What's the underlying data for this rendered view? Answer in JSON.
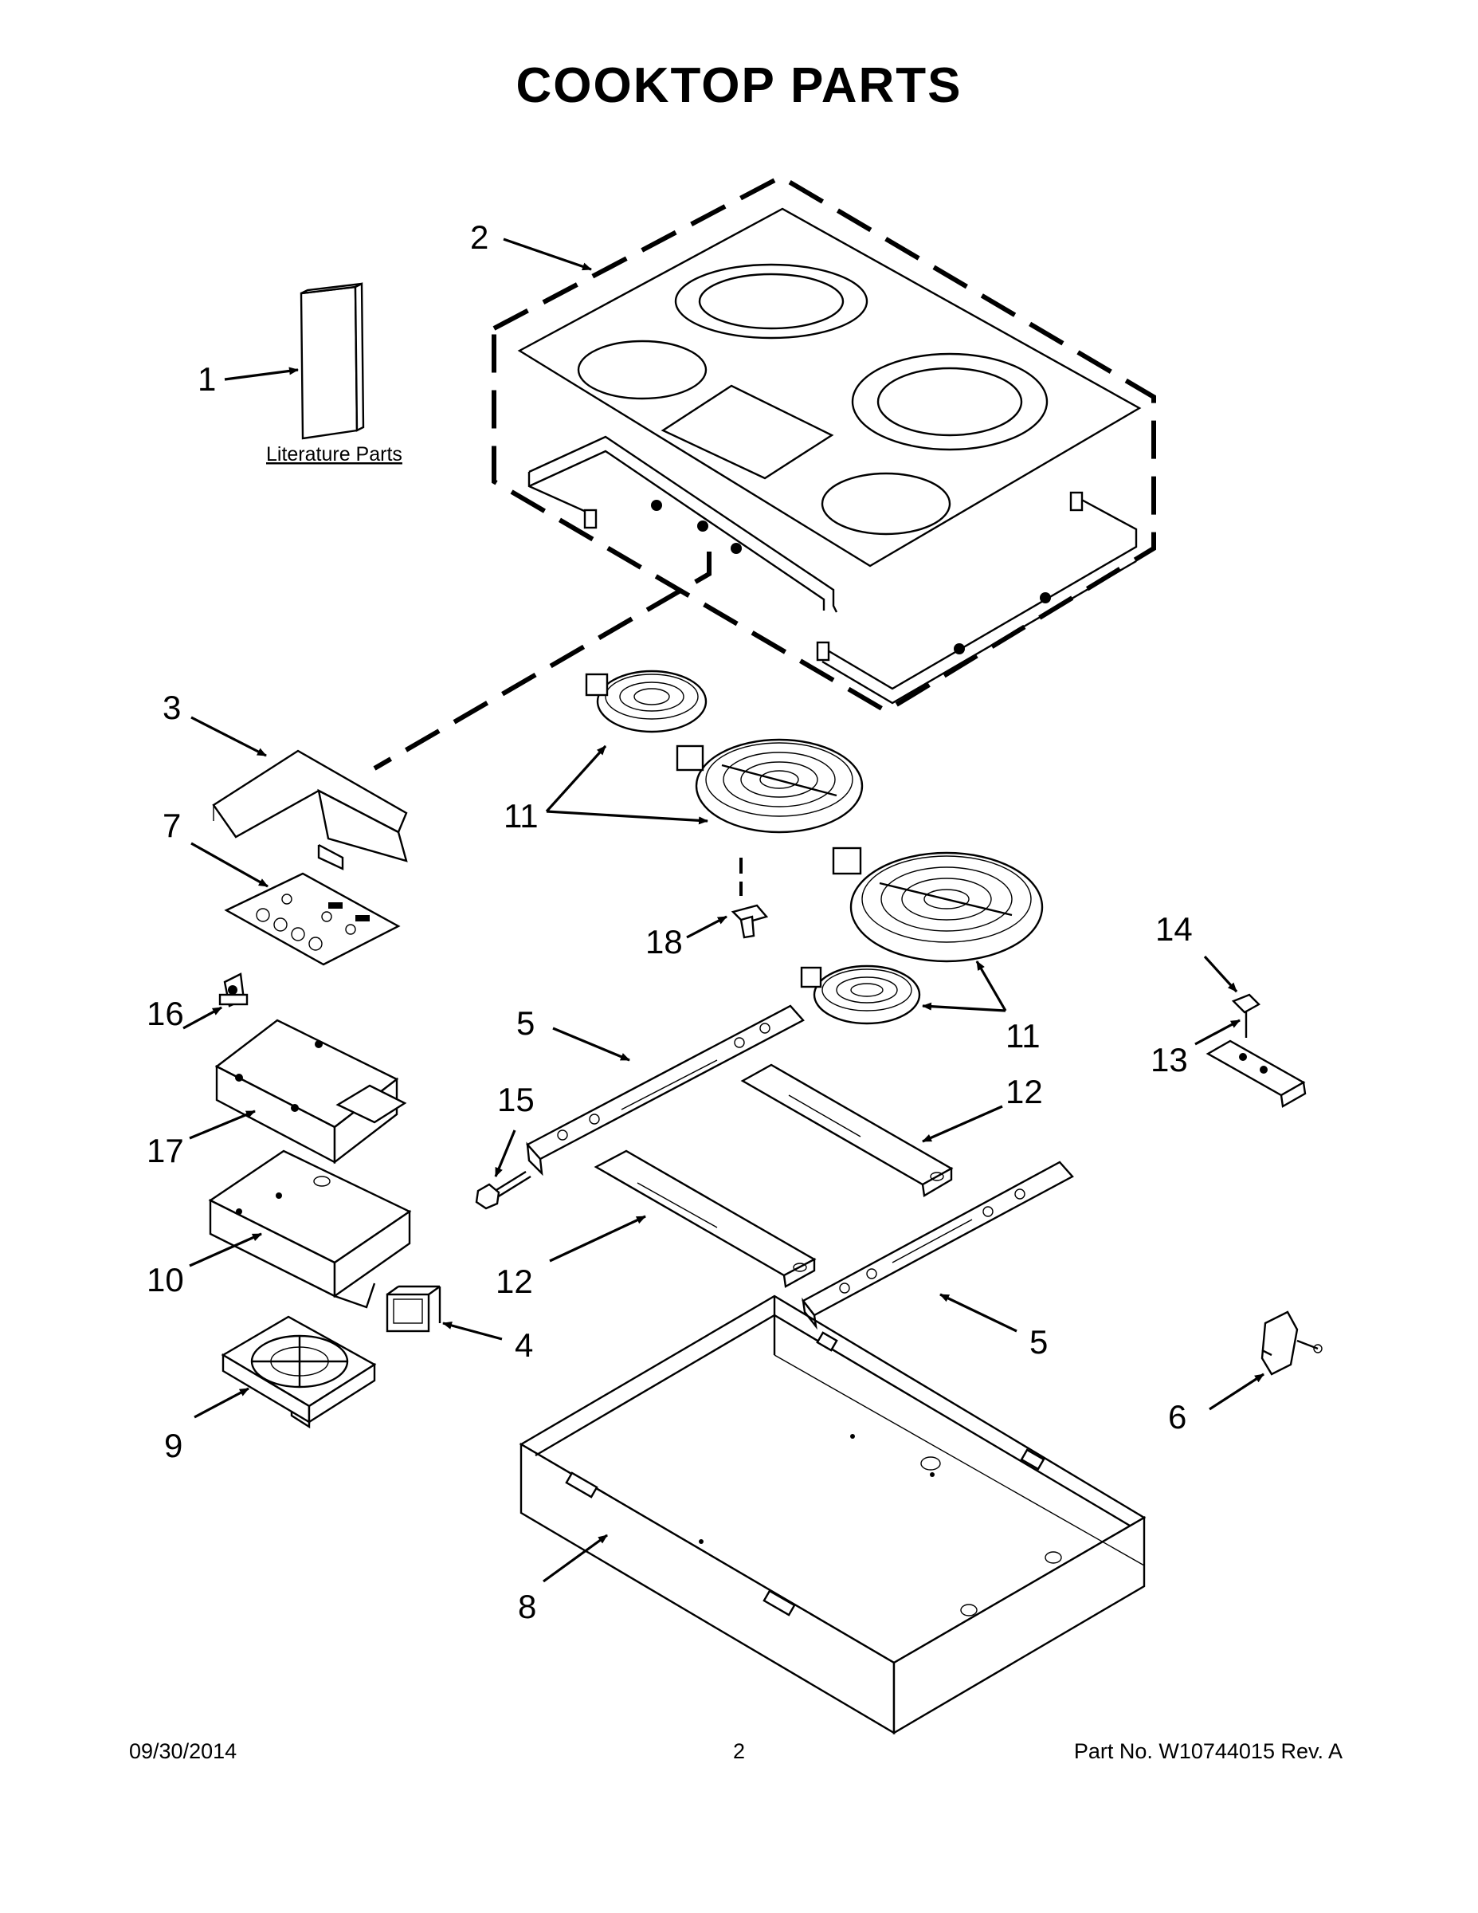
{
  "title": "COOKTOP PARTS",
  "literature_label": "Literature Parts",
  "callouts": {
    "c1": "1",
    "c2": "2",
    "c3": "3",
    "c4": "4",
    "c5a": "5",
    "c5b": "5",
    "c6": "6",
    "c7": "7",
    "c8": "8",
    "c9": "9",
    "c10": "10",
    "c11a": "11",
    "c11b": "11",
    "c12a": "12",
    "c12b": "12",
    "c13": "13",
    "c14": "14",
    "c15": "15",
    "c16": "16",
    "c17": "17",
    "c18": "18"
  },
  "footer": {
    "date": "09/30/2014",
    "page": "2",
    "part_no": "Part No.  W10744015   Rev.  A"
  }
}
